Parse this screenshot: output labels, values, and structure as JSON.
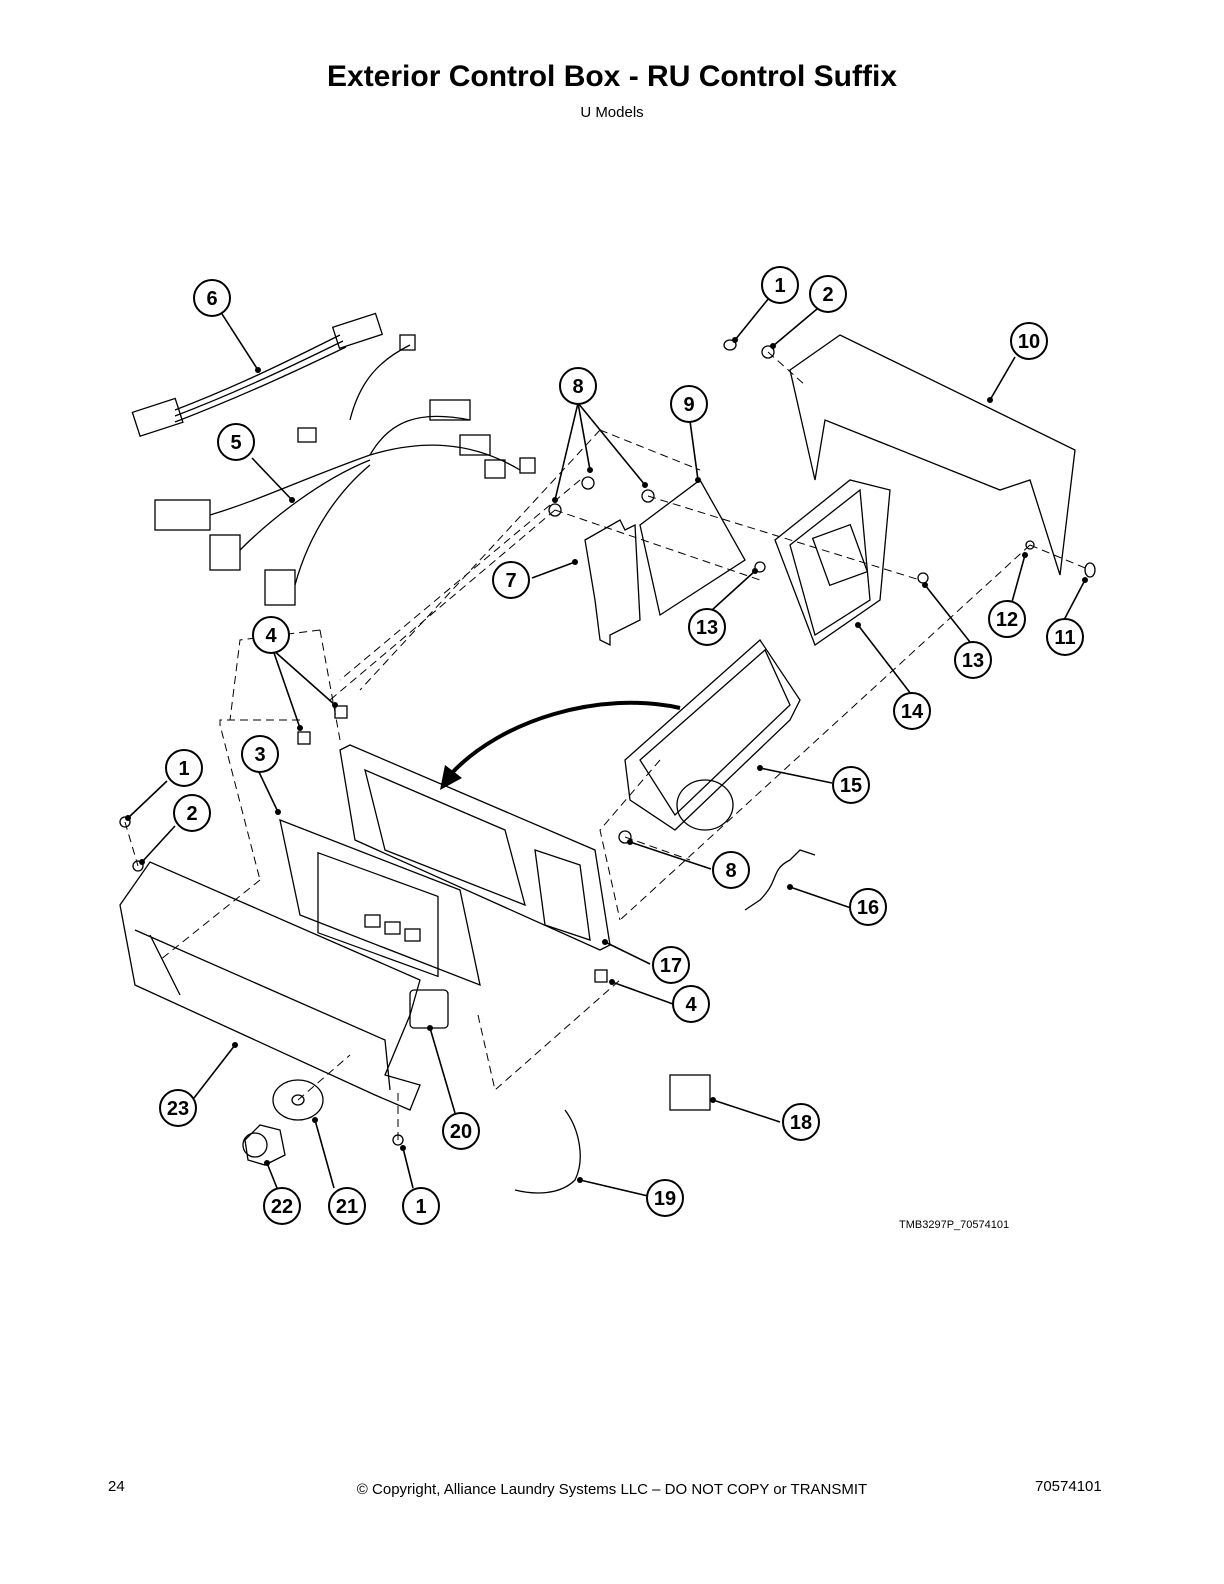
{
  "header": {
    "title": "Exterior Control Box - RU Control Suffix",
    "subtitle": "U Models"
  },
  "diagram": {
    "drawing_ref": "TMB3297P_70574101",
    "callouts": [
      "6",
      "5",
      "8",
      "9",
      "1",
      "2",
      "10",
      "7",
      "13",
      "13",
      "12",
      "11",
      "4",
      "14",
      "3",
      "15",
      "1",
      "2",
      "8",
      "16",
      "17",
      "4",
      "23",
      "20",
      "18",
      "21",
      "22",
      "1",
      "19"
    ]
  },
  "footer": {
    "page_number": "24",
    "copyright": "© Copyright, Alliance Laundry Systems LLC – DO NOT COPY or TRANSMIT",
    "doc_number": "70574101"
  }
}
